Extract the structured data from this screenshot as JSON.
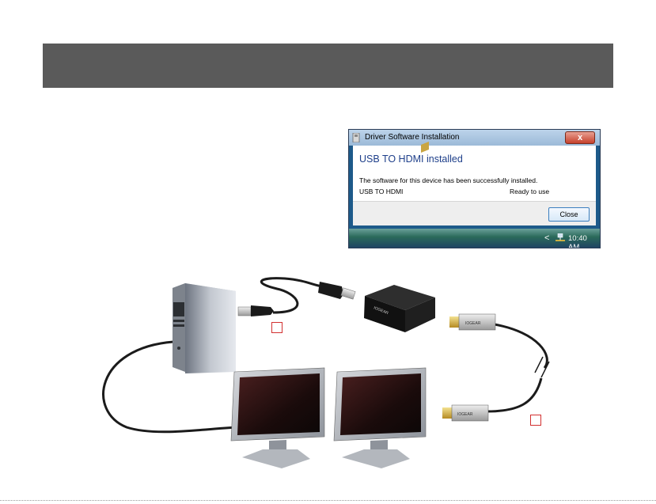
{
  "dialog": {
    "title": "Driver Software Installation",
    "heading": "USB TO HDMI installed",
    "message": "The software for this device has been successfully installed.",
    "device_name": "USB TO HDMI",
    "device_status": "Ready to use",
    "close_label": "Close",
    "close_x": "x"
  },
  "taskbar": {
    "time": "10:40 AM",
    "arrow": "<"
  },
  "illustration": {
    "adapter_brand": "IOGEAR",
    "cable_brand": "IOGEAR"
  },
  "colors": {
    "header_bar": "#5a5a5a",
    "step_box_border": "#d23030",
    "dialog_heading": "#1e3f8a"
  }
}
